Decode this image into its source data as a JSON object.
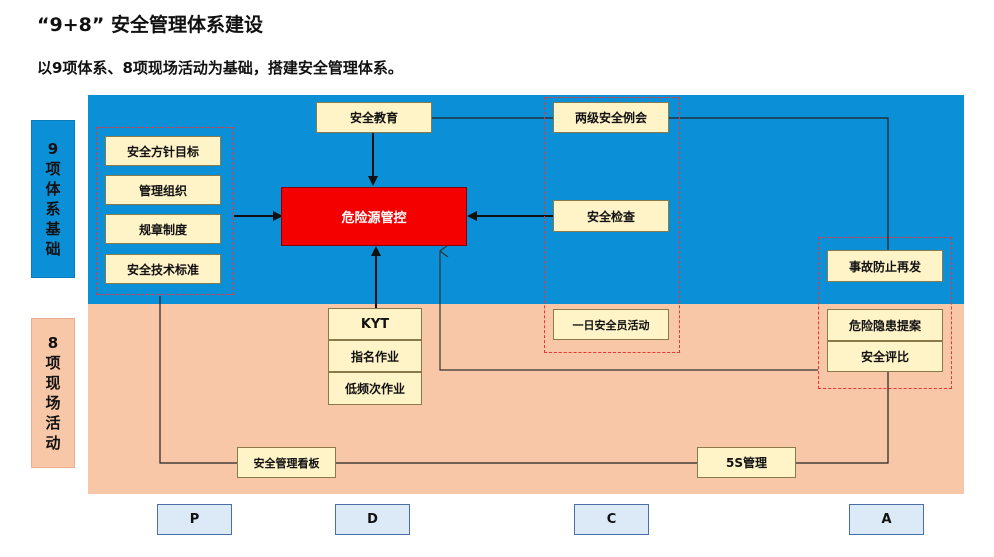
{
  "header": {
    "title": "“9+8” 安全管理体系建设",
    "subtitle": "以9项体系、8项现场活动为基础，搭建安全管理体系。"
  },
  "side_labels": {
    "system": "9项体系基础",
    "activities": "8项现场活动"
  },
  "boxes": {
    "education": "安全教育",
    "policy": "安全方针目标",
    "organization": "管理组织",
    "rules": "规章制度",
    "standards": "安全技术标准",
    "hazard_control": "危险源管控",
    "meeting": "两级安全例会",
    "inspection": "安全检查",
    "one_day": "一日安全员活动",
    "kyt": "KYT",
    "designated_work": "指名作业",
    "low_freq_work": "低频次作业",
    "accident_prevention": "事故防止再发",
    "hazard_proposal": "危险隐患提案",
    "safety_rating": "安全评比",
    "kanban": "安全管理看板",
    "five_s": "5S管理"
  },
  "pdca": [
    "P",
    "D",
    "C",
    "A"
  ],
  "colors": {
    "band_blue": "#0b8fd6",
    "band_peach": "#f8c7a8",
    "box_fill": "#fff3c8",
    "core_red": "#f50000",
    "dash_red": "#ee3333",
    "pdca_fill": "#dce9f7"
  }
}
